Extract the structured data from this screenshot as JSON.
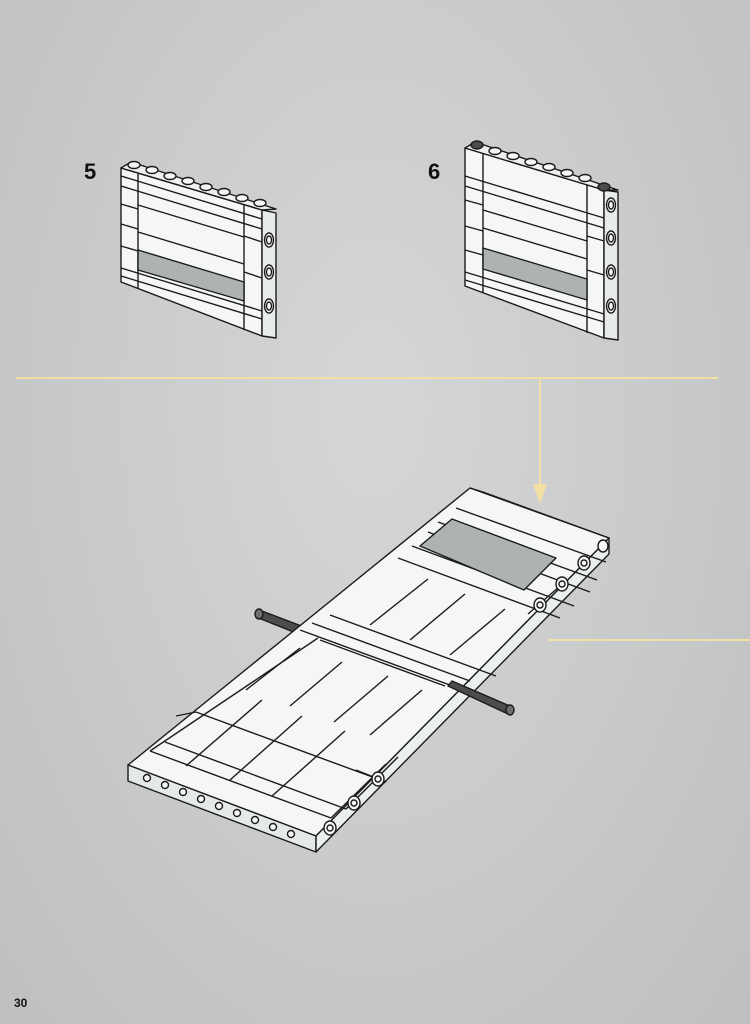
{
  "page": {
    "number": "30"
  },
  "steps": [
    {
      "number": "5",
      "part": "wall-panel-small"
    },
    {
      "number": "6",
      "part": "wall-panel-small-with-pins"
    }
  ],
  "colors": {
    "background": "#c8cacb",
    "guide_line": "#f3dfa3",
    "brick_white": "#f4f7f4",
    "brick_outline": "#1b1b1b",
    "tile_grey": "#adb3ae",
    "axle_grey": "#4a4d4c"
  }
}
